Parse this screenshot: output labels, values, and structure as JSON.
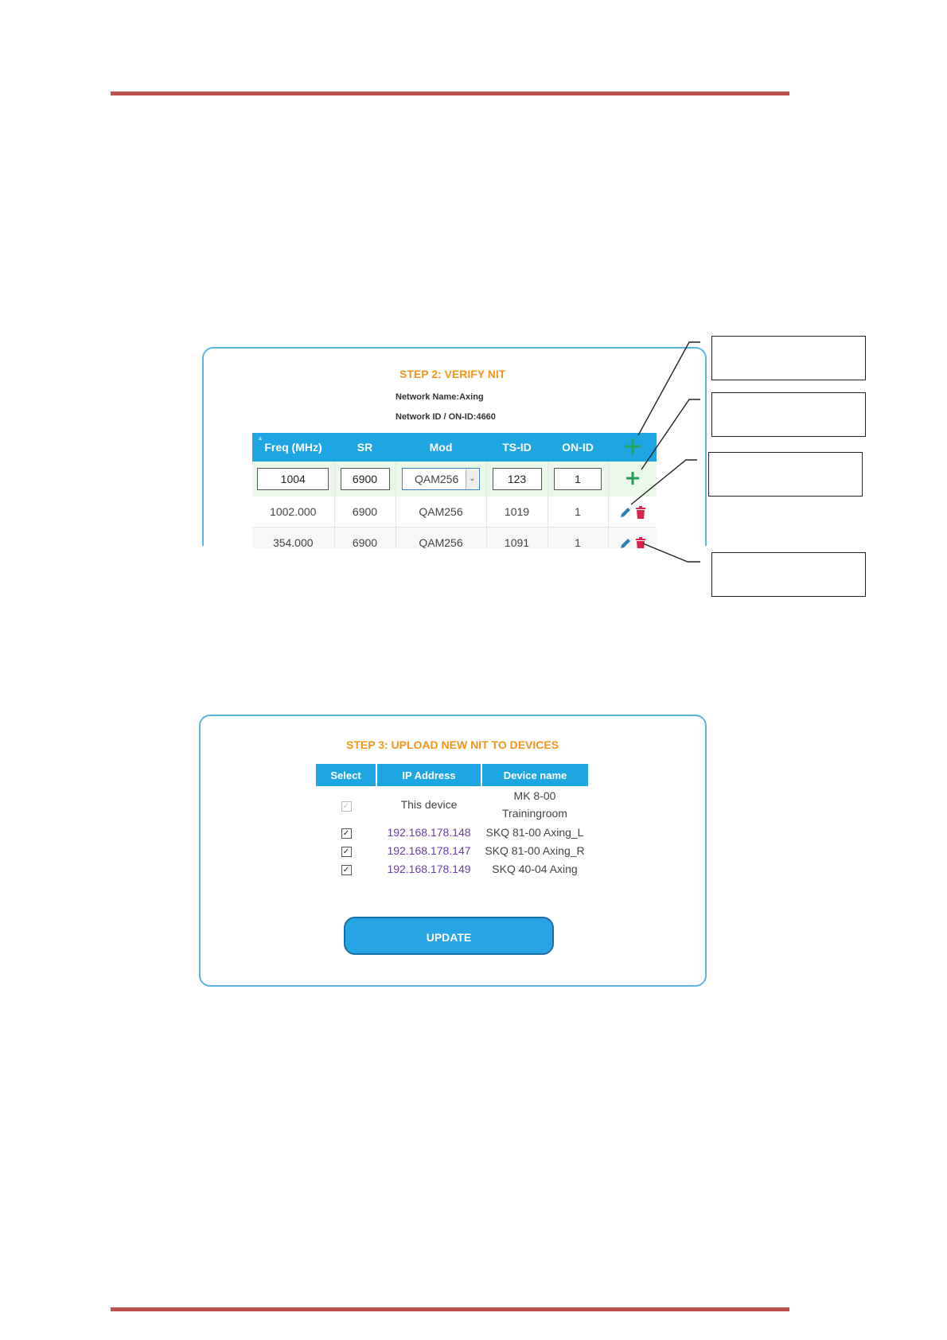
{
  "step2": {
    "title": "STEP 2: VERIFY NIT",
    "network_name": "Network Name:Axing",
    "network_id": "Network ID / ON-ID:4660",
    "columns": [
      "Freq (MHz)",
      "SR",
      "Mod",
      "TS-ID",
      "ON-ID"
    ],
    "sort_indicator": "▲",
    "edit_row": {
      "freq": "1004",
      "sr": "6900",
      "mod": "QAM256",
      "tsid": "123",
      "onid": "1"
    },
    "rows": [
      {
        "freq": "1002.000",
        "sr": "6900",
        "mod": "QAM256",
        "tsid": "1019",
        "onid": "1"
      },
      {
        "freq": "354.000",
        "sr": "6900",
        "mod": "QAM256",
        "tsid": "1091",
        "onid": "1"
      }
    ],
    "icons": {
      "add": "plus-icon",
      "edit": "pencil-icon",
      "delete": "trash-icon"
    },
    "colors": {
      "header": "#1ea6e3",
      "title": "#f29419",
      "add": "#1f9e57",
      "edit": "#2a7fb8",
      "delete": "#d9234a"
    }
  },
  "step3": {
    "title": "STEP 3: UPLOAD NEW NIT TO DEVICES",
    "columns": [
      "Select",
      "IP Address",
      "Device name"
    ],
    "devices": [
      {
        "ip": "This device",
        "name_line1": "MK 8-00",
        "name_line2": "Trainingroom",
        "checked": true,
        "disabled": true
      },
      {
        "ip": "192.168.178.148",
        "name": "SKQ 81-00 Axing_L",
        "checked": true
      },
      {
        "ip": "192.168.178.147",
        "name": "SKQ 81-00 Axing_R",
        "checked": true
      },
      {
        "ip": "192.168.178.149",
        "name": "SKQ 40-04 Axing",
        "checked": true
      }
    ],
    "update_label": "UPDATE"
  }
}
